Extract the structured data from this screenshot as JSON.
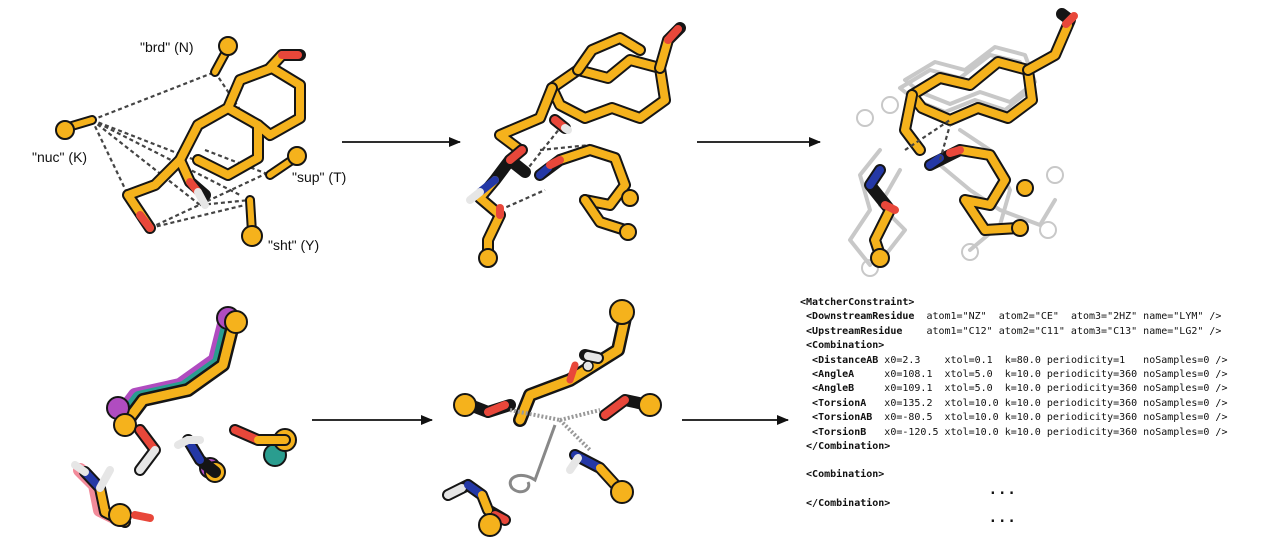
{
  "labels": {
    "brd": "\"brd\" (N)",
    "nuc": "\"nuc\" (K)",
    "sup": "\"sup\" (T)",
    "sht": "\"sht\" (Y)"
  },
  "colors": {
    "carbon": "#f5b21c",
    "oxygen": "#e8473a",
    "nitrogen": "#2438a6",
    "hydrogen": "#e6e6e6",
    "outline": "#151515",
    "ghost": "#c8c8c8",
    "overlay_green": "#2a9d8f",
    "overlay_magenta": "#b04cc0",
    "overlay_pink": "#f28b9a"
  },
  "xml": {
    "open": "<MatcherConstraint>",
    "downstream": {
      "tag": "<DownstreamResidue",
      "attrs": "  atom1=\"NZ\"  atom2=\"CE\"  atom3=\"2HZ\" name=\"LYM\" />"
    },
    "upstream": {
      "tag": "<UpstreamResidue",
      "attrs": "    atom1=\"C12\" atom2=\"C11\" atom3=\"C13\" name=\"LG2\" />"
    },
    "combination_open": "<Combination>",
    "rows": [
      {
        "tag": "<DistanceAB",
        "attrs": " x0=2.3    xtol=0.1  k=80.0 periodicity=1   noSamples=0 />"
      },
      {
        "tag": "<AngleA",
        "attrs": "     x0=108.1  xtol=5.0  k=10.0 periodicity=360 noSamples=0 />"
      },
      {
        "tag": "<AngleB",
        "attrs": "     x0=109.1  xtol=5.0  k=10.0 periodicity=360 noSamples=0 />"
      },
      {
        "tag": "<TorsionA",
        "attrs": "   x0=135.2  xtol=10.0 k=10.0 periodicity=360 noSamples=0 />"
      },
      {
        "tag": "<TorsionAB",
        "attrs": "  x0=-80.5  xtol=10.0 k=10.0 periodicity=360 noSamples=0 />"
      },
      {
        "tag": "<TorsionB",
        "attrs": "   x0=-120.5 xtol=10.0 k=10.0 periodicity=360 noSamples=0 />"
      }
    ],
    "combination_close": "</Combination>",
    "combination_open_2": "<Combination>",
    "ellipsis_1": "...",
    "combination_close_2": "</Combination>",
    "ellipsis_2": "..."
  }
}
